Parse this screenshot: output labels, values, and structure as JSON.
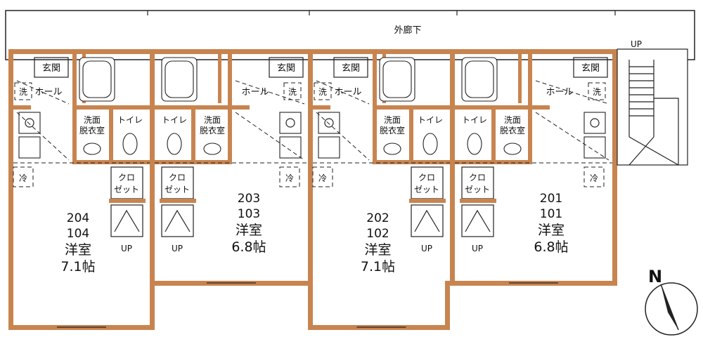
{
  "corridor": {
    "label": "外廊下"
  },
  "stair_up": "UP",
  "north_label": "N",
  "accent_wall": "#c8844f",
  "units": [
    {
      "entrance": "玄関",
      "hall": "ホール",
      "wash": "洗",
      "washroom": [
        "洗面",
        "脱衣室"
      ],
      "toilet": "トイレ",
      "closet": [
        "クロ",
        "ゼット"
      ],
      "fridge": "冷",
      "rooms": [
        "204",
        "104"
      ],
      "room_name": "洋室",
      "size": "7.1帖",
      "up": "UP"
    },
    {
      "entrance": "玄関",
      "hall": "ホール",
      "wash": "洗",
      "washroom": [
        "洗面",
        "脱衣室"
      ],
      "toilet": "トイレ",
      "closet": [
        "クロ",
        "ゼット"
      ],
      "fridge": "冷",
      "rooms": [
        "203",
        "103"
      ],
      "room_name": "洋室",
      "size": "6.8帖",
      "up": "UP"
    },
    {
      "entrance": "玄関",
      "hall": "ホール",
      "wash": "洗",
      "washroom": [
        "洗面",
        "脱衣室"
      ],
      "toilet": "トイレ",
      "closet": [
        "クロ",
        "ゼット"
      ],
      "fridge": "冷",
      "rooms": [
        "202",
        "102"
      ],
      "room_name": "洋室",
      "size": "7.1帖",
      "up": "UP"
    },
    {
      "entrance": "玄関",
      "hall": "ホール",
      "wash": "洗",
      "washroom": [
        "洗面",
        "脱衣室"
      ],
      "toilet": "トイレ",
      "closet": [
        "クロ",
        "ゼット"
      ],
      "fridge": "冷",
      "rooms": [
        "201",
        "101"
      ],
      "room_name": "洋室",
      "size": "6.8帖",
      "up": "UP"
    }
  ]
}
